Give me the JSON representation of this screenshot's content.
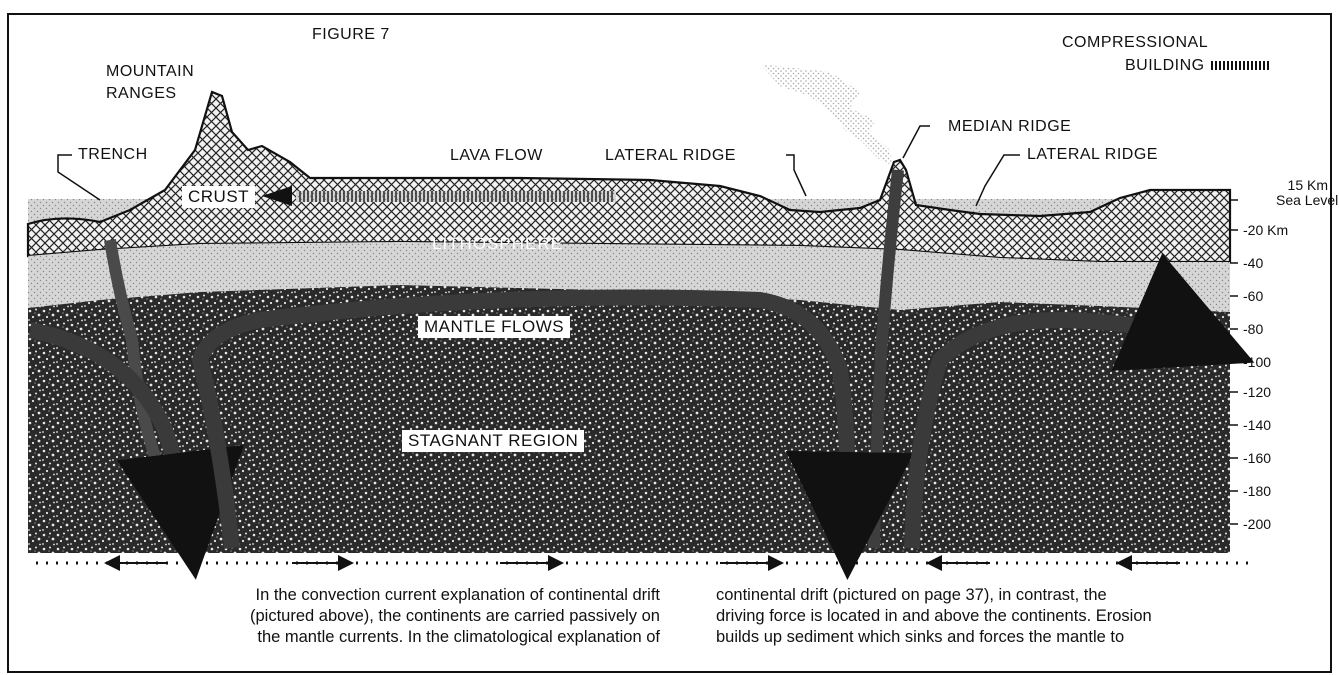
{
  "figure": {
    "title": "FIGURE 7",
    "legend": {
      "line1": "COMPRESSIONAL",
      "line2": "BUILDING"
    },
    "labels": {
      "mountain_ranges_1": "MOUNTAIN",
      "mountain_ranges_2": "RANGES",
      "trench": "TRENCH",
      "lava_flow": "LAVA FLOW",
      "lateral_ridge_left": "LATERAL RIDGE",
      "median_ridge": "MEDIAN RIDGE",
      "lateral_ridge_right": "LATERAL RIDGE",
      "crust": "CRUST",
      "lithosphere": "LITHOSPHERE",
      "mantle_flows": "MANTLE FLOWS",
      "stagnant_region": "STAGNANT REGION"
    },
    "depth_scale": {
      "top_1": "15 Km",
      "top_2": "Sea Level",
      "ticks": [
        "-20 Km",
        "-40",
        "-60",
        "-80",
        "-100",
        "-120",
        "-140",
        "-160",
        "-180",
        "-200"
      ]
    }
  },
  "caption": {
    "left": [
      "In the convection current explanation of continental drift",
      "(pictured above), the continents are carried passively on",
      "the mantle currents. In the climatological explanation of"
    ],
    "right": [
      "continental drift (pictured on page 37), in contrast, the",
      "driving force is located in and above the continents. Erosion",
      "builds up sediment which sinks and forces the mantle to"
    ]
  },
  "colors": {
    "ink": "#111111",
    "paper": "#ffffff",
    "sky": "#dadada",
    "lithosphere": "#cfcfcf"
  }
}
